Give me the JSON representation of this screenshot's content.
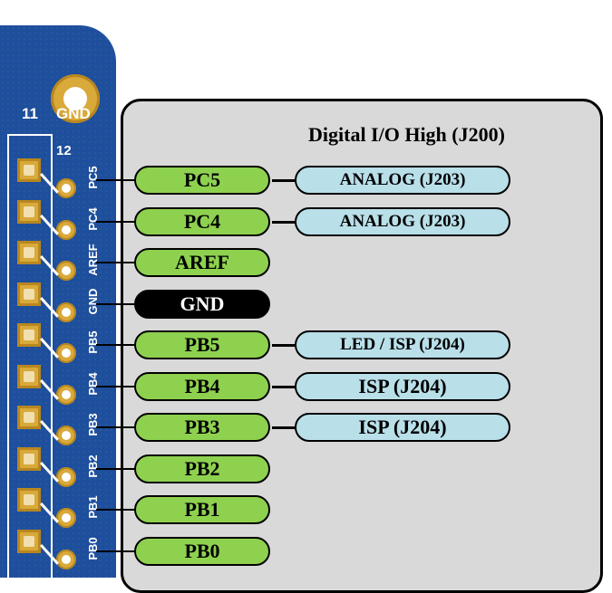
{
  "board": {
    "top_labels": {
      "pin_number": "11",
      "pin_name": "GND"
    },
    "header_number": "12",
    "silkscreen": [
      "PC5",
      "PC4",
      "AREF",
      "GND",
      "PB5",
      "PB4",
      "PB3",
      "PB2",
      "PB1",
      "PB0"
    ]
  },
  "panel": {
    "title": "Digital I/O High (J200)"
  },
  "pins": [
    {
      "label": "PC5",
      "style": "green",
      "function": "ANALOG (J203)"
    },
    {
      "label": "PC4",
      "style": "green",
      "function": "ANALOG (J203)"
    },
    {
      "label": "AREF",
      "style": "green",
      "function": null
    },
    {
      "label": "GND",
      "style": "black",
      "function": null
    },
    {
      "label": "PB5",
      "style": "green",
      "function": "LED / ISP (J204)"
    },
    {
      "label": "PB4",
      "style": "green",
      "function": "ISP (J204)"
    },
    {
      "label": "PB3",
      "style": "green",
      "function": "ISP (J204)"
    },
    {
      "label": "PB2",
      "style": "green",
      "function": null
    },
    {
      "label": "PB1",
      "style": "green",
      "function": null
    },
    {
      "label": "PB0",
      "style": "green",
      "function": null
    }
  ],
  "colors": {
    "pcb": "#1e4f9c",
    "pad": "#d9a93a",
    "pin_box": "#8ed14f",
    "gnd_box": "#000000",
    "function_box": "#b9dfe9",
    "panel": "#d9d9d9"
  }
}
